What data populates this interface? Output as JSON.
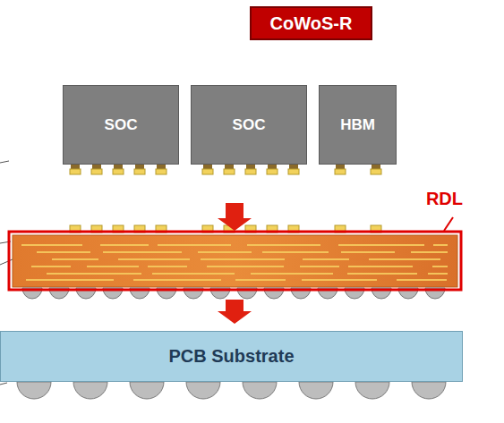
{
  "diagram": {
    "nodes": [
      {
        "text": [
          "CoWoS-R"
        ]
      },
      {
        "text": [
          "SOC"
        ]
      },
      {
        "text": [
          "SOC"
        ]
      },
      {
        "text": [
          "HBM"
        ]
      },
      {
        "text": [
          "RDL"
        ]
      },
      {
        "text": [
          "PCB Substrate"
        ]
      }
    ],
    "edges": [
      {
        "from": 2,
        "to": 4,
        "arrow": "to"
      },
      {
        "from": 4,
        "to": 5,
        "arrow": "to"
      }
    ]
  }
}
